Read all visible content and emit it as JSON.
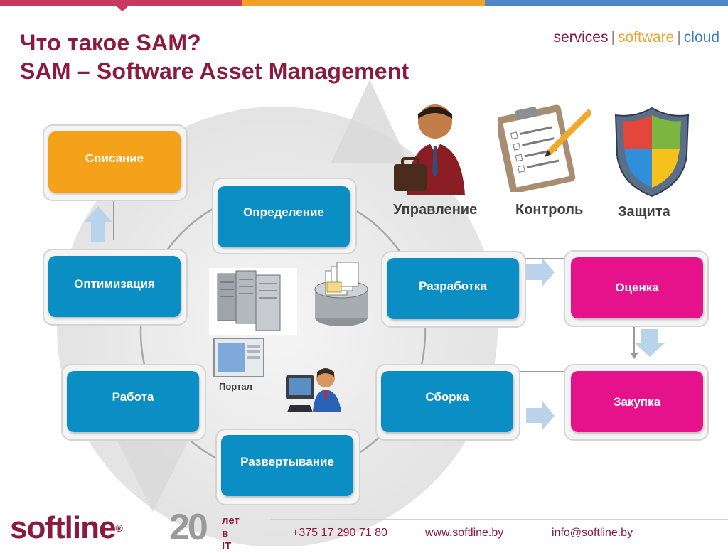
{
  "slide": {
    "title_line1": "Что такое SAM?",
    "title_line2": "SAM – Software Asset Management",
    "tagline": {
      "part1": "services",
      "separator": "|",
      "part2": "software",
      "part3": "cloud"
    }
  },
  "process_boxes": {
    "spisanie": "Списание",
    "opredelenie": "Определение",
    "optimizatsiya": "Оптимизация",
    "razrabotka": "Разработка",
    "ocenka": "Оценка",
    "rabota": "Работа",
    "sborka": "Сборка",
    "zakupka": "Закупка",
    "razvertyvanie": "Развертывание"
  },
  "icons": {
    "upravlenie": "Управление",
    "kontrol": "Контроль",
    "zashchita": "Защита",
    "portal": "Портал"
  },
  "footer": {
    "logo": "softline",
    "anniversary_number": "20",
    "anniversary_line1": "лет",
    "anniversary_line2": "в IT",
    "phone": "+375 17 290 71 80",
    "website": "www.softline.by",
    "email": "info@softline.by"
  },
  "colors": {
    "title": "#8b1a3f",
    "blue_box": "#0b8ec4",
    "pink_box": "#e5128c",
    "orange_box": "#f5a21a",
    "bar_red": "#c8385f",
    "bar_orange": "#f0a12a",
    "bar_blue": "#4d88c4"
  }
}
